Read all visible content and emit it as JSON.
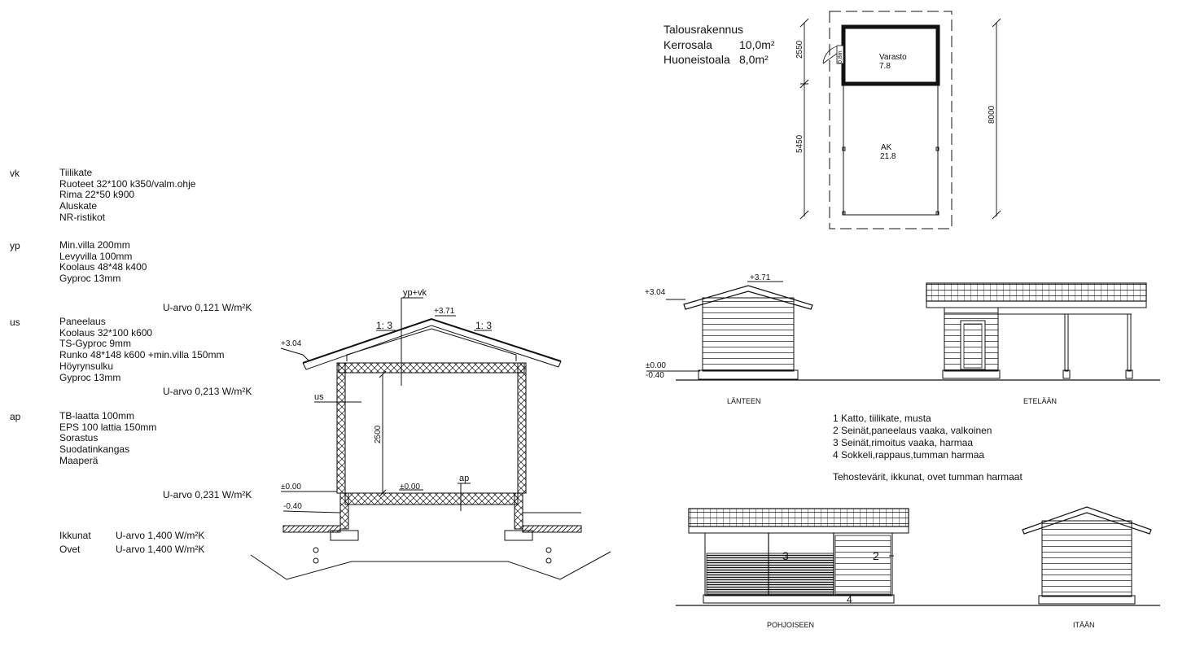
{
  "spec": {
    "vk": {
      "code": "vk",
      "lines": [
        "Tiilikate",
        "Ruoteet 32*100 k350/valm.ohje",
        "Rima 22*50 k900",
        "Aluskate",
        "NR-ristikot"
      ]
    },
    "yp": {
      "code": "yp",
      "lines": [
        "Min.villa 200mm",
        "Levyvilla 100mm",
        "Koolaus 48*48 k400",
        "Gyproc 13mm"
      ],
      "u": "U-arvo 0,121 W/m²K"
    },
    "us": {
      "code": "us",
      "lines": [
        "Paneelaus",
        "Koolaus 32*100 k600",
        "TS-Gyproc 9mm",
        "Runko 48*148 k600 +min.villa 150mm",
        "Höyrynsulku",
        "Gyproc 13mm"
      ],
      "u": "U-arvo 0,213 W/m²K"
    },
    "ap": {
      "code": "ap",
      "lines": [
        "TB-laatta 100mm",
        "EPS 100 lattia 150mm",
        "Sorastus",
        "Suodatinkangas",
        "Maaperä"
      ],
      "u": "U-arvo 0,231 W/m²K"
    },
    "windows": {
      "label": "Ikkunat",
      "u": "U-arvo 1,400 W/m²K"
    },
    "doors": {
      "label": "Ovet",
      "u": "U-arvo 1,400 W/m²K"
    }
  },
  "section": {
    "slope_left": "1: 3",
    "slope_right": "1: 3",
    "ridge": "+3.71",
    "eave": "+3.04",
    "ypvk": "yp+vk",
    "us": "us",
    "height": "2500",
    "floor_left": "±0.00",
    "floor_mid": "±0.00",
    "ground": "-0.40",
    "ap": "ap"
  },
  "building": {
    "name": "Talousrakennus",
    "floor_area_label": "Kerrosala",
    "floor_area": "10,0m²",
    "room_area_label": "Huoneistoala",
    "room_area": "8,0m²"
  },
  "plan": {
    "dim_top": "2550",
    "dim_bottom": "5450",
    "dim_total": "8000",
    "door": "0,8m",
    "room1_name": "Varasto",
    "room1_area": "7.8",
    "room2_name": "AK",
    "room2_area": "21.8"
  },
  "elevations": {
    "west": "LÄNTEEN",
    "south": "ETELÄÄN",
    "north": "POHJOISEEN",
    "east": "ITÄÄN",
    "ridge": "+3.71",
    "eave": "+3.04",
    "zero": "±0.00",
    "ground": "-0.40",
    "mark3": "3",
    "mark2": "2",
    "mark4": "4"
  },
  "notes": {
    "items": [
      "1 Katto, tiilikate, musta",
      "2 Seinät,paneelaus vaaka, valkoinen",
      "3 Seinät,rimoitus vaaka, harmaa",
      "4 Sokkeli,rappaus,tumman harmaa"
    ],
    "accent": "Tehostevärit, ikkunat, ovet tumman harmaat"
  }
}
